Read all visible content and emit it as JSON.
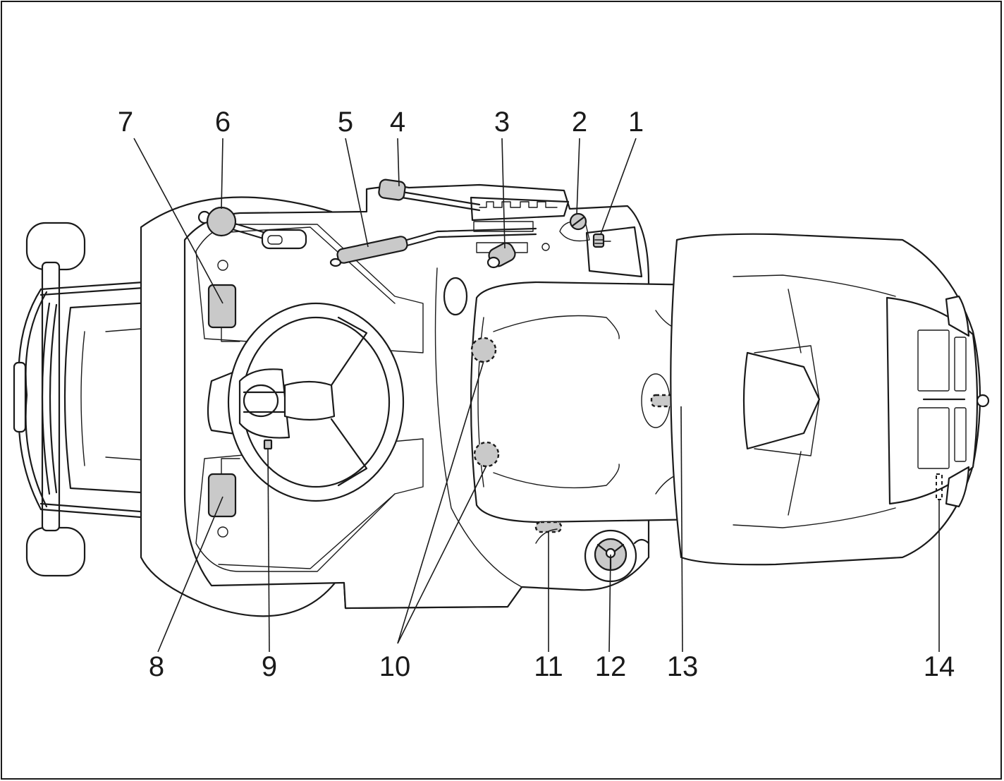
{
  "diagram": {
    "callouts": [
      {
        "id": "1",
        "label": "1"
      },
      {
        "id": "2",
        "label": "2"
      },
      {
        "id": "3",
        "label": "3"
      },
      {
        "id": "4",
        "label": "4"
      },
      {
        "id": "5",
        "label": "5"
      },
      {
        "id": "6",
        "label": "6"
      },
      {
        "id": "7",
        "label": "7"
      },
      {
        "id": "8",
        "label": "8"
      },
      {
        "id": "9",
        "label": "9"
      },
      {
        "id": "10",
        "label": "10"
      },
      {
        "id": "11",
        "label": "11"
      },
      {
        "id": "12",
        "label": "12"
      },
      {
        "id": "13",
        "label": "13"
      },
      {
        "id": "14",
        "label": "14"
      }
    ],
    "colors": {
      "line": "#1a1a1a",
      "highlight": "#c9c9c9",
      "background": "#ffffff"
    }
  }
}
